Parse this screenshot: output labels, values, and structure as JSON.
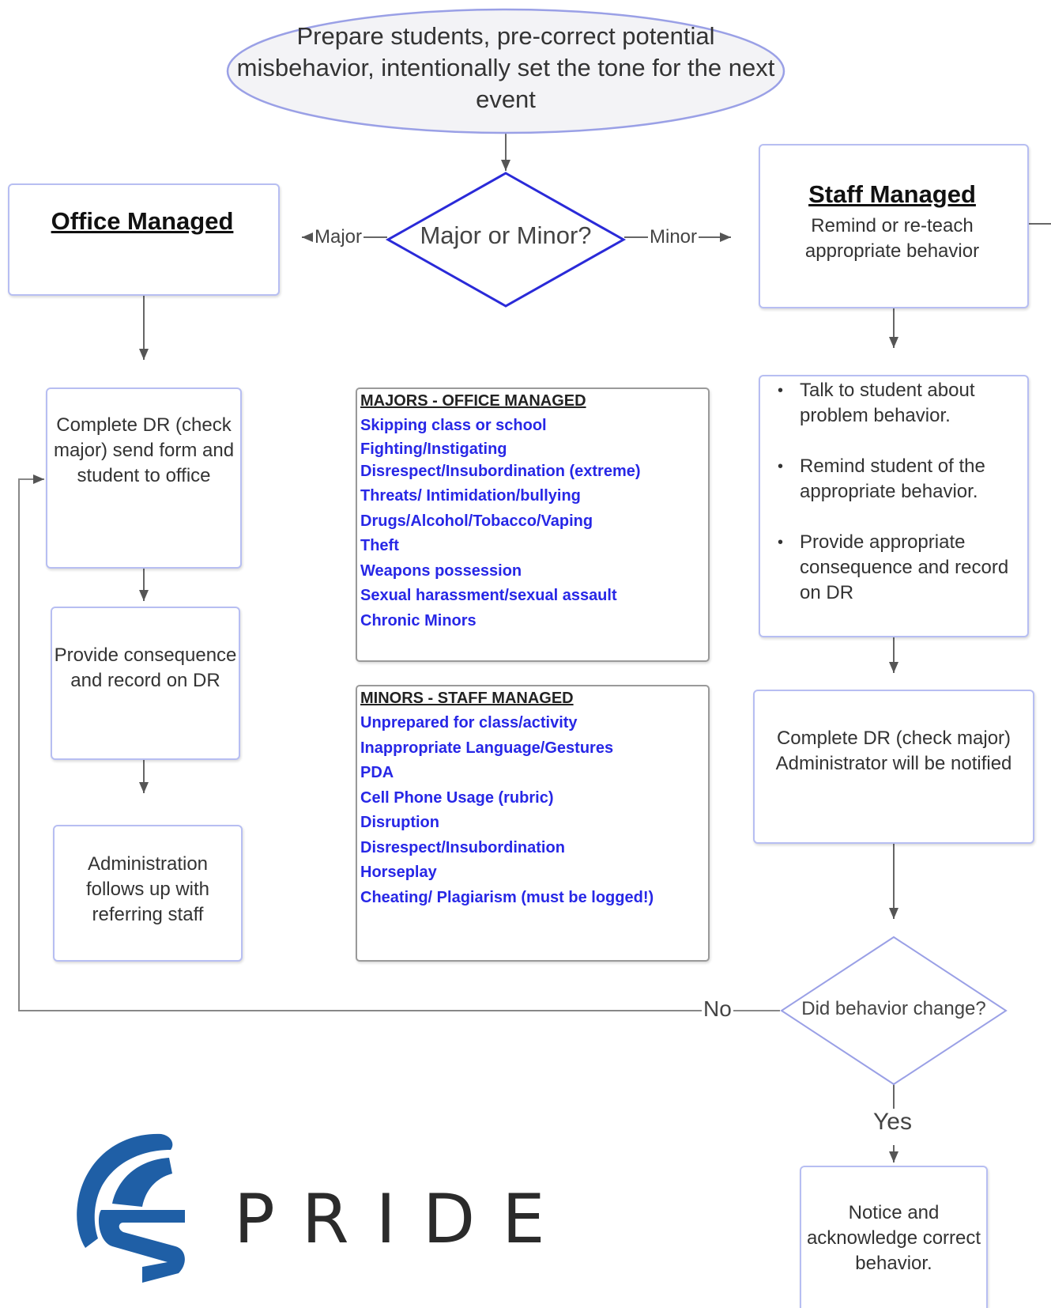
{
  "start": "Prepare students, pre-correct potential misbehavior, intentionally set the tone for the next event",
  "decision1": {
    "question": "Major or Minor?",
    "major_label": "Major",
    "minor_label": "Minor"
  },
  "office": {
    "title": "Office  Managed",
    "steps": [
      "Complete  DR (check major) send form and student to office",
      "Provide consequence and record on DR",
      "Administration follows up with referring staff"
    ]
  },
  "staff": {
    "title": "Staff Managed",
    "subtitle": "Remind or re-teach appropriate behavior",
    "bullets": [
      "Talk to student about problem behavior.",
      "Remind student of the appropriate behavior.",
      "Provide appropriate consequence and record on DR"
    ],
    "complete_dr": "Complete DR (check major) Administrator will be notified"
  },
  "majors": {
    "heading": "MAJORS - OFFICE MANAGED",
    "items": [
      "Skipping class or school",
      "Fighting/Instigating",
      "Disrespect/Insubordination (extreme)",
      "Threats/ Intimidation/bullying",
      "Drugs/Alcohol/Tobacco/Vaping",
      "Theft",
      "Weapons possession",
      "Sexual harassment/sexual assault",
      "Chronic Minors"
    ]
  },
  "minors": {
    "heading": "MINORS - STAFF MANAGED",
    "items": [
      "Unprepared for class/activity",
      "Inappropriate Language/Gestures",
      "PDA",
      "Cell Phone Usage (rubric)",
      "Disruption",
      "Disrespect/Insubordination",
      "Horseplay",
      "Cheating/ Plagiarism (must be logged!)"
    ]
  },
  "decision2": {
    "question": "Did behavior change?",
    "no_label": "No",
    "yes_label": "Yes"
  },
  "end": "Notice and acknowledge correct behavior.",
  "logo": {
    "text": "PRIDE",
    "color": "#1f5fa6"
  },
  "colors": {
    "border": "#b7bef2",
    "diamond": "#2a2ad8",
    "list_text": "#2727e6"
  }
}
